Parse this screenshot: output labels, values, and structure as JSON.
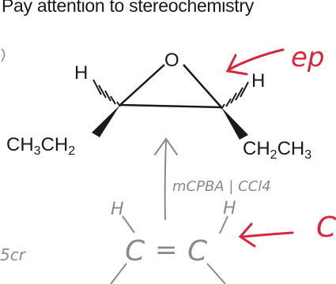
{
  "title": "Pay attention to stereochemistry",
  "epoxide": {
    "oxygen": "O",
    "h_left": "H",
    "h_right": "H",
    "left_group": {
      "main": "CH",
      "sub1": "3",
      "mid": "CH",
      "sub2": "2"
    },
    "right_group": {
      "main": "CH",
      "sub1": "2",
      "mid": "CH",
      "sub2": "3"
    }
  },
  "reagent": "mCPBA | CCl4",
  "alkene": {
    "h_left": "H",
    "h_right": "H",
    "c_left": "C",
    "double_bond": "=",
    "c_right": "C"
  },
  "annotations": {
    "right_top_text": "ep",
    "right_bottom_text": "C",
    "left_margin_text": "5cr"
  },
  "colors": {
    "ink": "#1a1a1a",
    "annotation_red": "#d7263d",
    "pencil_gray": "#8a8a8a"
  }
}
